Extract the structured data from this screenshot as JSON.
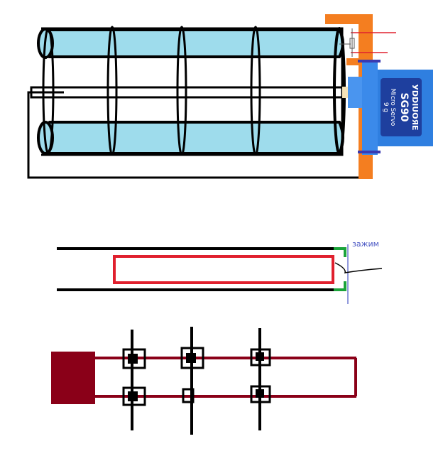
{
  "figures": {
    "top": {
      "servo_label_line1": "УDDIUOЯE",
      "servo_label_line2": "SG90",
      "servo_label_line3": "Micro Servo",
      "servo_label_line4": "9 g"
    },
    "middle": {
      "clamp_label": "зажим"
    },
    "bottom": {}
  },
  "colors": {
    "tube_fill": "#9edcec",
    "frame_orange": "#f47e20",
    "servo_blue": "#2f7fe0",
    "servo_dark_blue": "#1e3f9e",
    "wire_red": "#e0202e",
    "clamp_green": "#1aa43a",
    "clamp_label_blue": "#4a57c4",
    "dark_red": "#8a0018"
  }
}
